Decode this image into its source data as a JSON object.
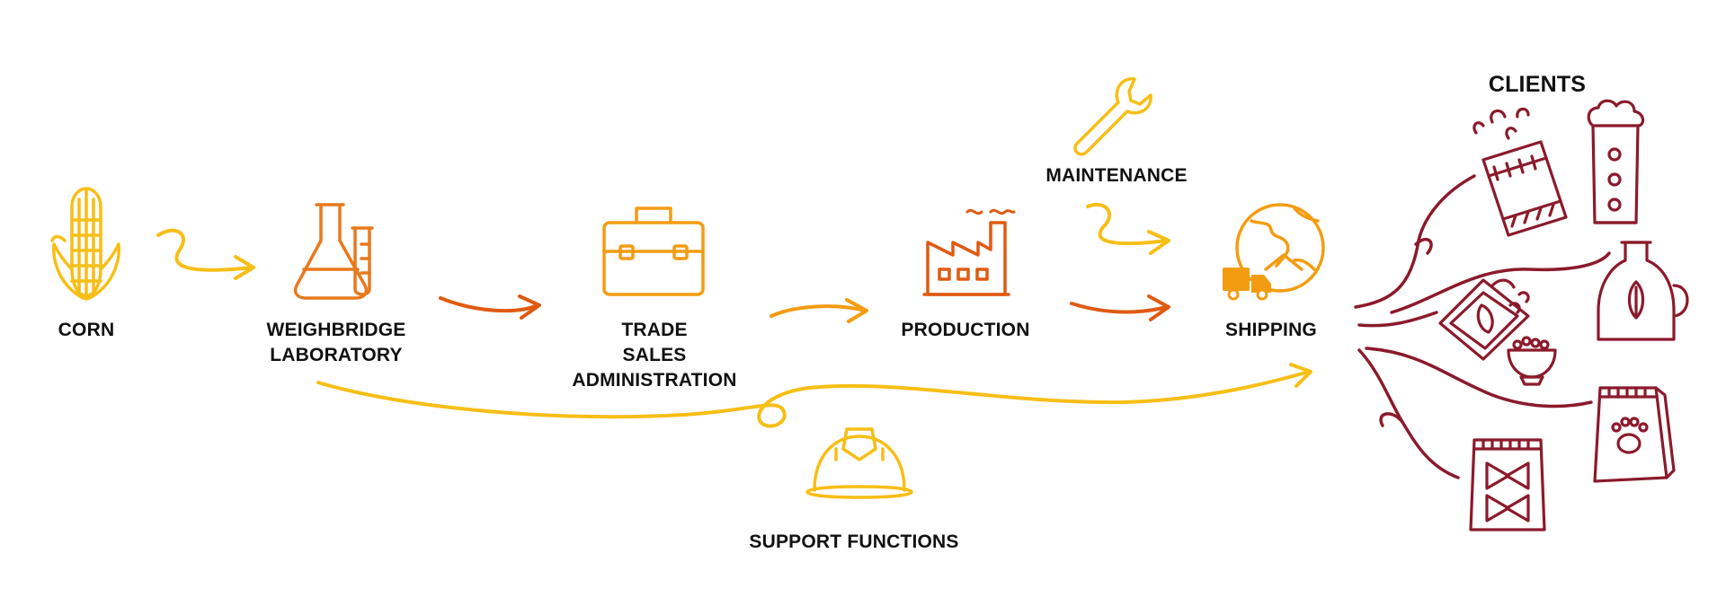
{
  "colors": {
    "yellow": "#F7BE16",
    "orange_light": "#F39C12",
    "orange": "#E8791D",
    "orange_dark": "#E05A12",
    "maroon": "#8B1A2B",
    "text": "#111111"
  },
  "nodes": {
    "corn": {
      "icon": "corn-icon",
      "lines": [
        "CORN"
      ]
    },
    "weighbridge": {
      "icon": "lab-flask-icon",
      "lines": [
        "WEIGHBRIDGE",
        "LABORATORY"
      ]
    },
    "trade": {
      "icon": "briefcase-icon",
      "lines": [
        "TRADE",
        "SALES",
        "ADMINISTRATION"
      ]
    },
    "production": {
      "icon": "factory-icon",
      "lines": [
        "PRODUCTION"
      ]
    },
    "maintenance": {
      "icon": "wrench-icon",
      "lines": [
        "MAINTENANCE"
      ]
    },
    "shipping": {
      "icon": "globe-truck-icon",
      "lines": [
        "SHIPPING"
      ]
    },
    "support": {
      "icon": "hard-hat-icon",
      "lines": [
        "SUPPORT FUNCTIONS"
      ]
    },
    "clients": {
      "lines": [
        "CLIENTS"
      ]
    }
  },
  "client_icons": [
    "snack-bag-icon",
    "beer-glass-icon",
    "oil-bottle-icon",
    "cereal-box-icon",
    "pet-food-bag-icon",
    "pasta-bag-icon"
  ]
}
